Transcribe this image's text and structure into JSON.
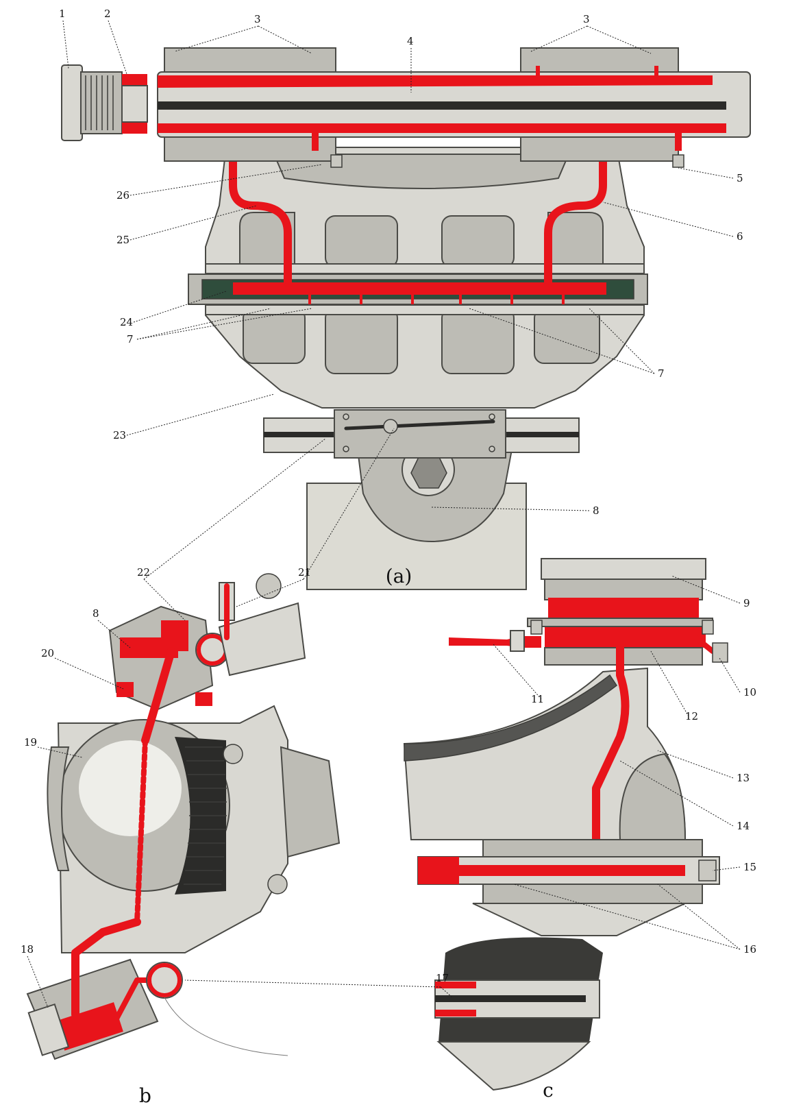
{
  "figure": {
    "views": [
      {
        "id": "a",
        "label": "(a)"
      },
      {
        "id": "b",
        "label": "b"
      },
      {
        "id": "c",
        "label": "c"
      }
    ],
    "callouts": [
      "1",
      "2",
      "3",
      "3",
      "4",
      "5",
      "6",
      "7",
      "7",
      "8",
      "8",
      "9",
      "10",
      "11",
      "12",
      "13",
      "14",
      "15",
      "16",
      "17",
      "18",
      "19",
      "20",
      "21",
      "22",
      "23",
      "24",
      "25",
      "26"
    ]
  },
  "colors": {
    "oil": "#e8141b",
    "steel": "#d9d8d2",
    "shadow": "#8d8c86",
    "dark": "#2b2b29"
  }
}
